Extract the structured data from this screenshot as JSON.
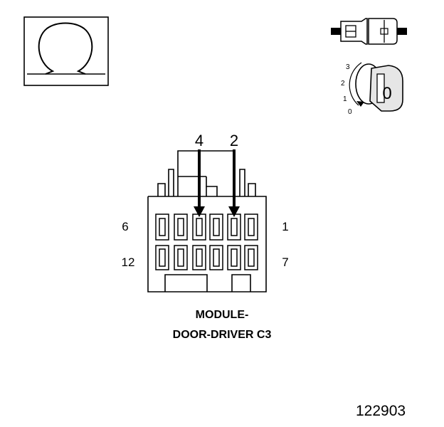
{
  "symbol": {
    "icon": "ohm-icon"
  },
  "connector_icon": {
    "icon": "connector-icon"
  },
  "ignition": {
    "icon": "ignition-key-icon",
    "positions": [
      "3",
      "2",
      "1",
      "0"
    ],
    "key_label": "0"
  },
  "callouts": {
    "left_pin": "4",
    "right_pin": "2"
  },
  "rows": {
    "top_left": "6",
    "top_right": "1",
    "bottom_left": "12",
    "bottom_right": "7"
  },
  "caption": {
    "line1": "MODULE-",
    "line2": "DOOR-DRIVER C3"
  },
  "figure_number": "122903",
  "colors": {
    "ink": "#000000",
    "paper": "#ffffff",
    "key_fill": "#e6e6e6"
  }
}
